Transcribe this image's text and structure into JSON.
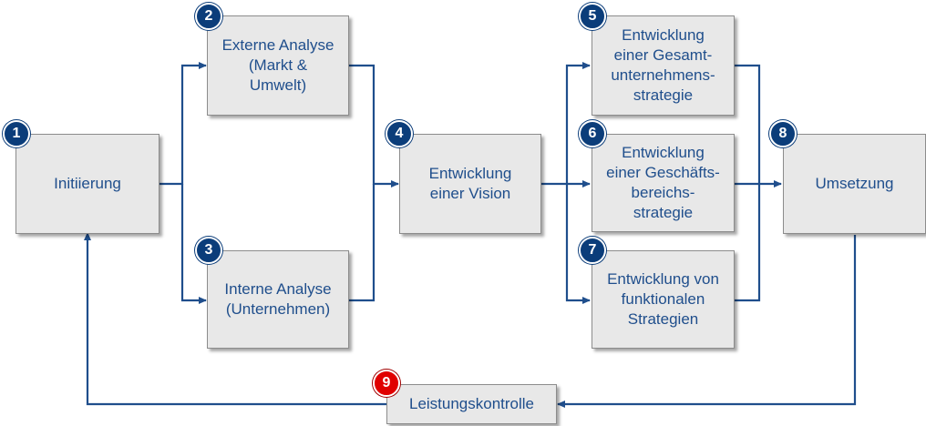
{
  "colors": {
    "line": "#1f4e8c",
    "badge": "#0b3d7a",
    "badge_alert": "#e00000",
    "box_fill": "#e8e8e8",
    "text": "#1f4e8c"
  },
  "steps": [
    {
      "number": "1",
      "label": "Initiierung"
    },
    {
      "number": "2",
      "label": "Externe Analyse\n(Markt &\nUmwelt)"
    },
    {
      "number": "3",
      "label": "Interne Analyse\n(Unternehmen)"
    },
    {
      "number": "4",
      "label": "Entwicklung\neiner Vision"
    },
    {
      "number": "5",
      "label": "Entwicklung\neiner Gesamt-\nunternehmens-\nstrategie"
    },
    {
      "number": "6",
      "label": "Entwicklung\neiner Geschäfts-\nbereichs-\nstrategie"
    },
    {
      "number": "7",
      "label": "Entwicklung von\nfunktionalen\nStrategien"
    },
    {
      "number": "8",
      "label": "Umsetzung"
    },
    {
      "number": "9",
      "label": "Leistungskontrolle"
    }
  ]
}
